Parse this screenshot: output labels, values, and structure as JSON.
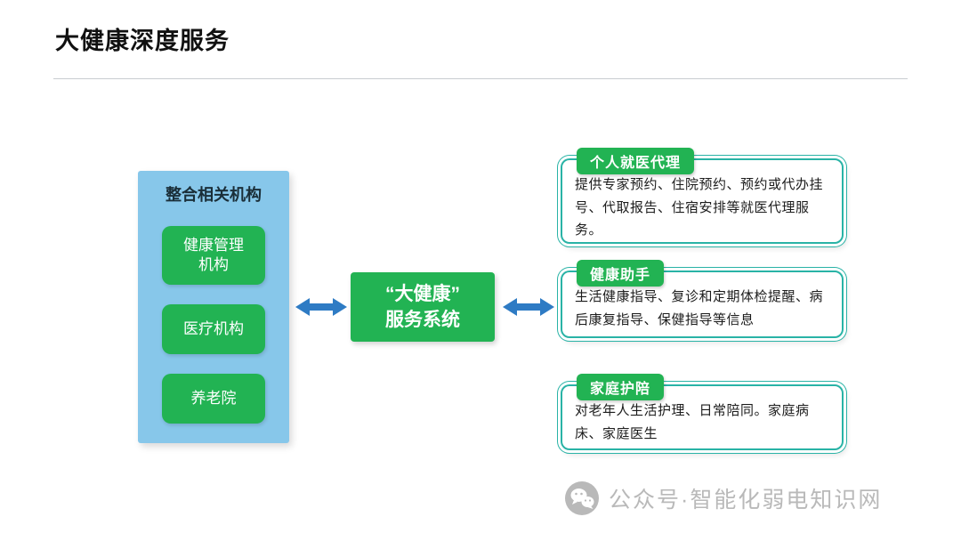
{
  "title": "大健康深度服务",
  "left_panel": {
    "title": "整合相关机构",
    "items": [
      "健康管理\n机构",
      "医疗机构",
      "养老院"
    ]
  },
  "center": {
    "label": "“大健康”\n服务系统"
  },
  "right_boxes": [
    {
      "header": "个人就医代理",
      "body": "提供专家预约、住院预约、预约或代办挂号、代取报告、住宿安排等就医代理服务。"
    },
    {
      "header": "健康助手",
      "body": "生活健康指导、复诊和定期体检提醒、病后康复指导、保健指导等信息"
    },
    {
      "header": "家庭护陪",
      "body": "对老年人生活护理、日常陪同。家庭病床、家庭医生"
    }
  ],
  "watermark": {
    "text": "公众号·智能化弱电知识网"
  },
  "icons": {
    "arrow_left": "double-headed-arrow",
    "arrow_right": "double-headed-arrow",
    "watermark_logo": "wechat-icon"
  },
  "colors": {
    "green": "#22b353",
    "light_blue": "#87c7ea",
    "teal": "#29b3a6",
    "arrow_blue": "#2e7bc4",
    "gray": "#b9b9b9",
    "title_text": "#111111",
    "body_text": "#1c1c1c"
  }
}
